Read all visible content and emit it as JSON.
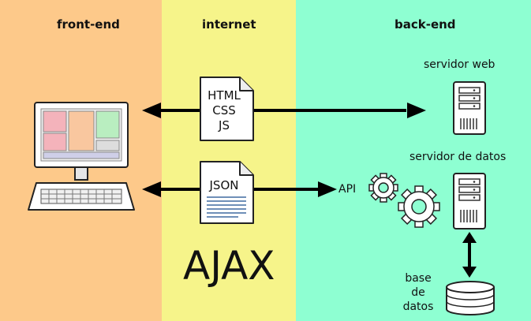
{
  "zones": {
    "front_end": "front-end",
    "internet": "internet",
    "back_end": "back-end"
  },
  "document_top": [
    "HTML",
    "CSS",
    "JS"
  ],
  "document_bottom": "JSON",
  "labels": {
    "servidor_web": "servidor web",
    "servidor_datos": "servidor de datos",
    "api": "API",
    "base_de_datos": [
      "base",
      "de",
      "datos"
    ],
    "ajax": "AJAX"
  },
  "colors": {
    "front_end": "#fdc98a",
    "internet": "#f6f48a",
    "back_end": "#8effd2"
  }
}
